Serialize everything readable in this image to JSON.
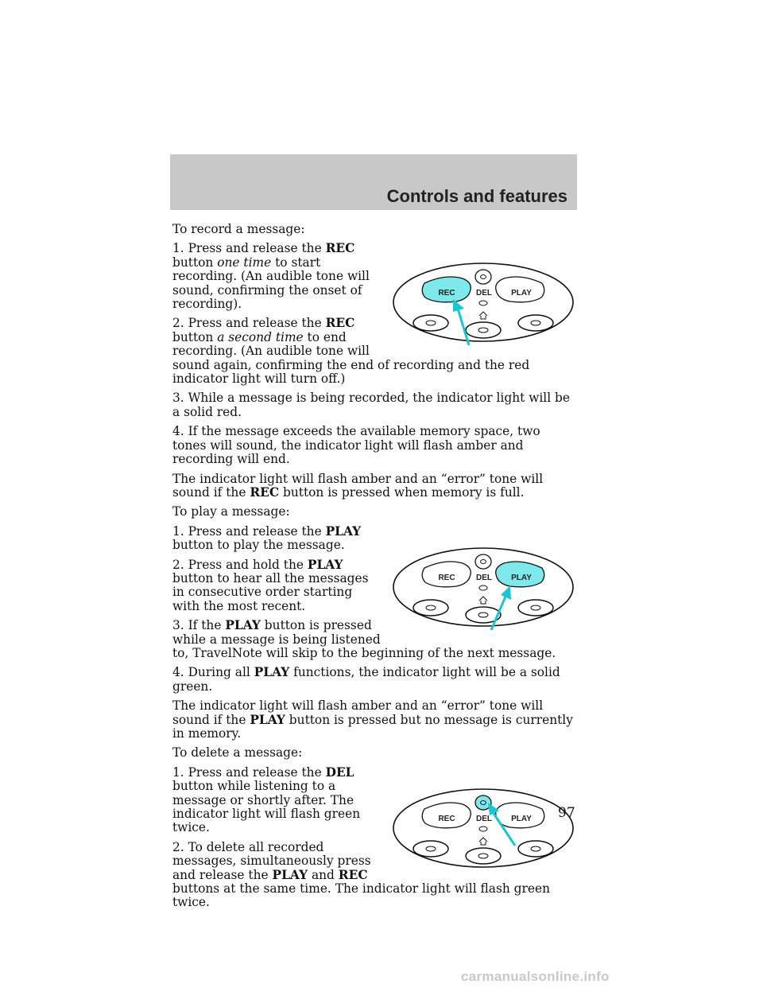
{
  "header": {
    "title": "Controls and features"
  },
  "diagram_labels": {
    "rec": "REC",
    "del": "DEL",
    "play": "PLAY"
  },
  "colors": {
    "highlight": "#7fe8ea",
    "arrow": "#19c6d2",
    "header_band": "#c8c8c8"
  },
  "record": {
    "intro": "To record a message:",
    "step1": {
      "a": "1. Press and release the ",
      "b": "REC",
      "c": " button ",
      "d": "one time",
      "e": " to start recording. (An audible tone will sound, confirming the onset of recording)."
    },
    "step2": {
      "a": "2. Press and release the ",
      "b": "REC",
      "c": " button ",
      "d": "a second time",
      "e": " to end recording. (An audible tone will sound again, confirming the end of recording and the red indicator light will turn off.)"
    },
    "step3": "3. While a message is being recorded, the indicator light will be a solid red.",
    "step4": "4. If the message exceeds the available memory space, two tones will sound, the indicator light will flash amber and recording will end.",
    "error": {
      "a": "The indicator light will flash amber and an “error” tone will sound if the ",
      "b": "REC",
      "c": " button is pressed when memory is full."
    }
  },
  "play": {
    "intro": "To play a message:",
    "step1": {
      "a": "1. Press and release the ",
      "b": "PLAY",
      "c": " button to play the message."
    },
    "step2": {
      "a": "2. Press and hold the ",
      "b": "PLAY",
      "c": " button to hear all the messages in consecutive order starting with the most recent."
    },
    "step3": {
      "a": "3. If the ",
      "b": "PLAY",
      "c": " button is pressed while a message is being listened to, TravelNote will skip to the beginning of the next message."
    },
    "step4": {
      "a": "4. During all ",
      "b": "PLAY",
      "c": " functions, the indicator light will be a solid green."
    },
    "error": {
      "a": "The indicator light will flash amber and an “error” tone will sound if the ",
      "b": "PLAY",
      "c": " button is pressed but no message is currently in memory."
    }
  },
  "delete": {
    "intro": "To delete a message:",
    "step1": {
      "a": "1. Press and release the ",
      "b": "DEL",
      "c": " button while listening to a message or shortly after. The indicator light will flash green twice."
    },
    "step2": {
      "a": "2. To delete all recorded messages, simultaneously press and release the ",
      "b": "PLAY",
      "c": " and ",
      "d": "REC",
      "e": " buttons at the same time. The indicator light will flash green twice."
    }
  },
  "page_number": "97",
  "watermark": "carmanualsonline.info"
}
